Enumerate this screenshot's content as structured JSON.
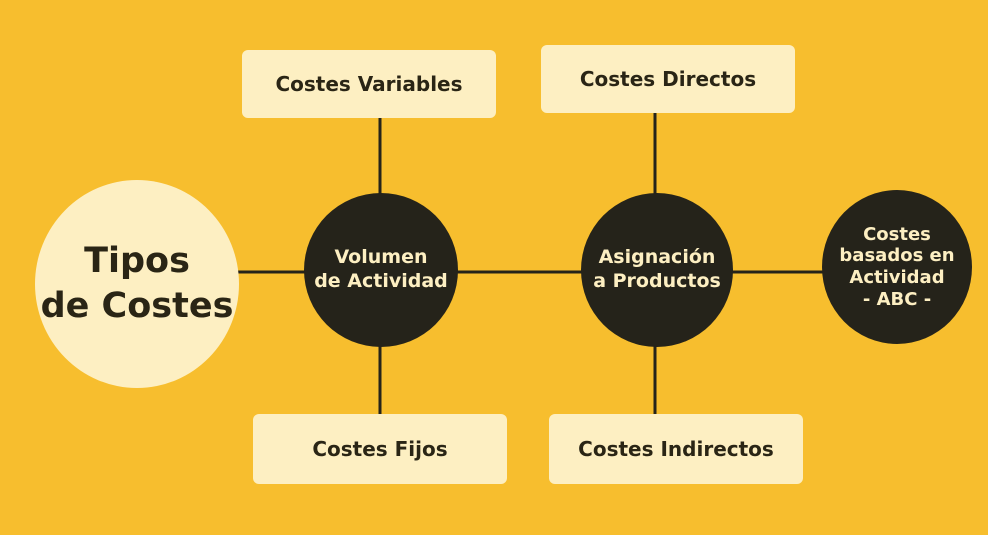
{
  "diagram": {
    "main_node": "Tipos\nde Costes",
    "hubs": [
      {
        "label": "Volumen\nde Actividad"
      },
      {
        "label": "Asignación\na Productos"
      },
      {
        "label": "Costes\nbasados en\nActividad\n - ABC -"
      }
    ],
    "boxes": {
      "top_left": "Costes Variables",
      "top_right": "Costes Directos",
      "bottom_left": "Costes Fijos",
      "bottom_right": "Costes Indirectos"
    }
  },
  "colors": {
    "background": "#F7BE2E",
    "light": "#FDEFC2",
    "dark": "#25231A",
    "line": "#25231A"
  }
}
